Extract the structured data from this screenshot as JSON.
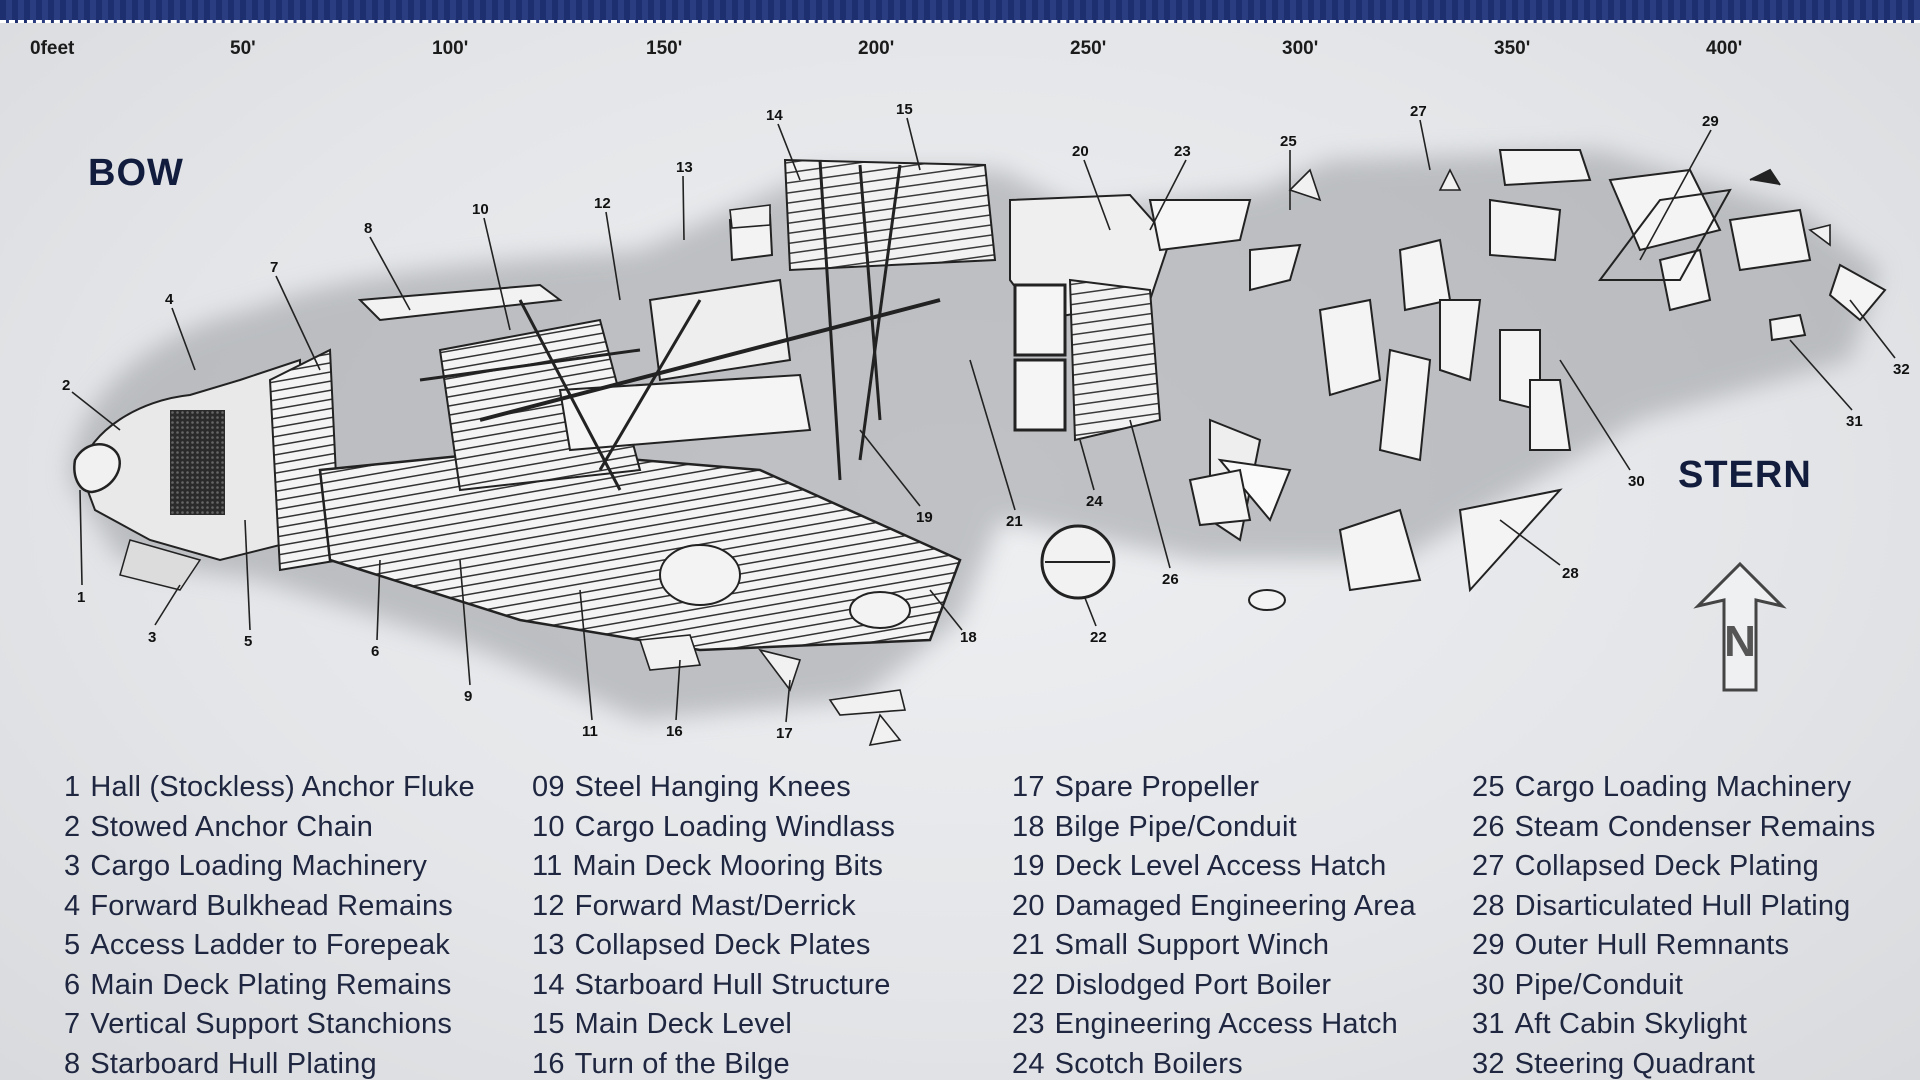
{
  "directions": {
    "bow": "BOW",
    "stern": "STERN",
    "north": "N"
  },
  "scale_labels": [
    "0feet",
    "50'",
    "100'",
    "150'",
    "200'",
    "250'",
    "300'",
    "350'",
    "400'"
  ],
  "callouts": [
    "1",
    "2",
    "3",
    "4",
    "5",
    "6",
    "7",
    "8",
    "9",
    "10",
    "11",
    "12",
    "13",
    "14",
    "15",
    "16",
    "17",
    "18",
    "19",
    "20",
    "21",
    "22",
    "23",
    "24",
    "25",
    "26",
    "27",
    "28",
    "29",
    "30",
    "31",
    "32"
  ],
  "legend": [
    [
      {
        "num": "1",
        "label": "Hall (Stockless) Anchor Fluke"
      },
      {
        "num": "2",
        "label": "Stowed Anchor Chain"
      },
      {
        "num": "3",
        "label": "Cargo Loading Machinery"
      },
      {
        "num": "4",
        "label": "Forward Bulkhead Remains"
      },
      {
        "num": "5",
        "label": "Access Ladder to Forepeak"
      },
      {
        "num": "6",
        "label": "Main Deck Plating Remains"
      },
      {
        "num": "7",
        "label": "Vertical Support Stanchions"
      },
      {
        "num": "8",
        "label": "Starboard Hull Plating"
      }
    ],
    [
      {
        "num": "09",
        "label": "Steel Hanging Knees"
      },
      {
        "num": "10",
        "label": "Cargo Loading Windlass"
      },
      {
        "num": "11",
        "label": "Main Deck Mooring Bits"
      },
      {
        "num": "12",
        "label": "Forward Mast/Derrick"
      },
      {
        "num": "13",
        "label": "Collapsed Deck Plates"
      },
      {
        "num": "14",
        "label": "Starboard Hull Structure"
      },
      {
        "num": "15",
        "label": "Main Deck Level"
      },
      {
        "num": "16",
        "label": "Turn of the Bilge"
      }
    ],
    [
      {
        "num": "17",
        "label": "Spare Propeller"
      },
      {
        "num": "18",
        "label": "Bilge Pipe/Conduit"
      },
      {
        "num": "19",
        "label": "Deck Level Access Hatch"
      },
      {
        "num": "20",
        "label": "Damaged Engineering Area"
      },
      {
        "num": "21",
        "label": "Small Support Winch"
      },
      {
        "num": "22",
        "label": "Dislodged Port Boiler"
      },
      {
        "num": "23",
        "label": "Engineering Access Hatch"
      },
      {
        "num": "24",
        "label": "Scotch Boilers"
      }
    ],
    [
      {
        "num": "25",
        "label": "Cargo Loading Machinery"
      },
      {
        "num": "26",
        "label": "Steam Condenser Remains"
      },
      {
        "num": "27",
        "label": "Collapsed Deck Plating"
      },
      {
        "num": "28",
        "label": "Disarticulated Hull Plating"
      },
      {
        "num": "29",
        "label": "Outer Hull Remnants"
      },
      {
        "num": "30",
        "label": "Pipe/Conduit"
      },
      {
        "num": "31",
        "label": "Aft Cabin Skylight"
      },
      {
        "num": "32",
        "label": "Steering Quadrant"
      }
    ]
  ],
  "colors": {
    "band": "#1d2f6e",
    "text": "#1f2640",
    "heading": "#121d3e"
  }
}
